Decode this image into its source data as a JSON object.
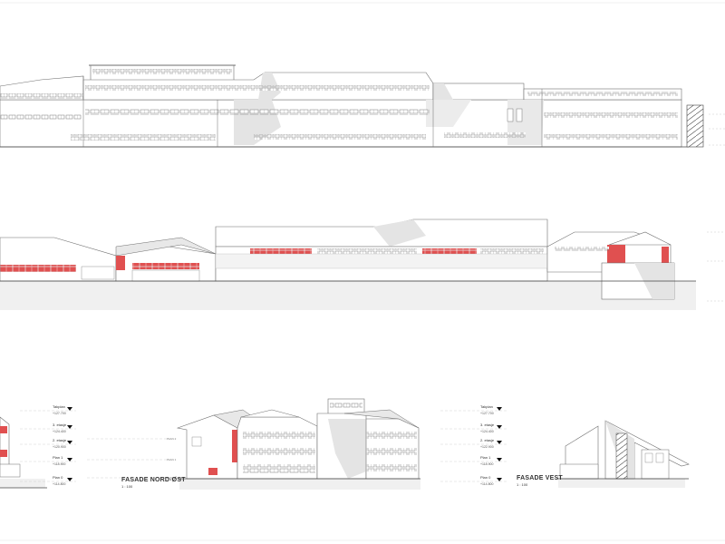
{
  "colors": {
    "line": "#6e6e6e",
    "light": "#bdbdbd",
    "wall": "#ffffff",
    "shadow": "#e4e4e4",
    "ground": "#f0f0f0",
    "accent": "#e05050",
    "text": "#333333"
  },
  "drawings": [
    {
      "id": "north-elevation",
      "title": ""
    },
    {
      "id": "east-elevation",
      "title": ""
    },
    {
      "id": "small-south-elevation",
      "title": ""
    },
    {
      "id": "fasade-nord-ost",
      "title": "FASADE NORD-ØST",
      "scale": "1 : 100"
    },
    {
      "id": "fasade-vest",
      "title": "FASADE VEST",
      "scale": "1 : 100"
    }
  ],
  "levels_left": [
    {
      "name": "Takplan",
      "value": "+127.700"
    },
    {
      "name": "3. etasje",
      "value": "+124.400"
    },
    {
      "name": "2. etasje",
      "value": "+120.900"
    },
    {
      "name": "Plan 1",
      "value": "+118.900"
    },
    {
      "name": "Plan 0",
      "value": "+114.800"
    }
  ],
  "levels_right": [
    {
      "name": "Takplan",
      "value": "+127.700"
    },
    {
      "name": "3. etasje",
      "value": "+124.400"
    },
    {
      "name": "2. etasje",
      "value": "+122.900"
    },
    {
      "name": "Plan 1",
      "value": "+118.900"
    },
    {
      "name": "Plan 0",
      "value": "+114.800"
    }
  ],
  "plan_tags": [
    "PLAN 2",
    "PLAN 1",
    "PLAN 0"
  ]
}
